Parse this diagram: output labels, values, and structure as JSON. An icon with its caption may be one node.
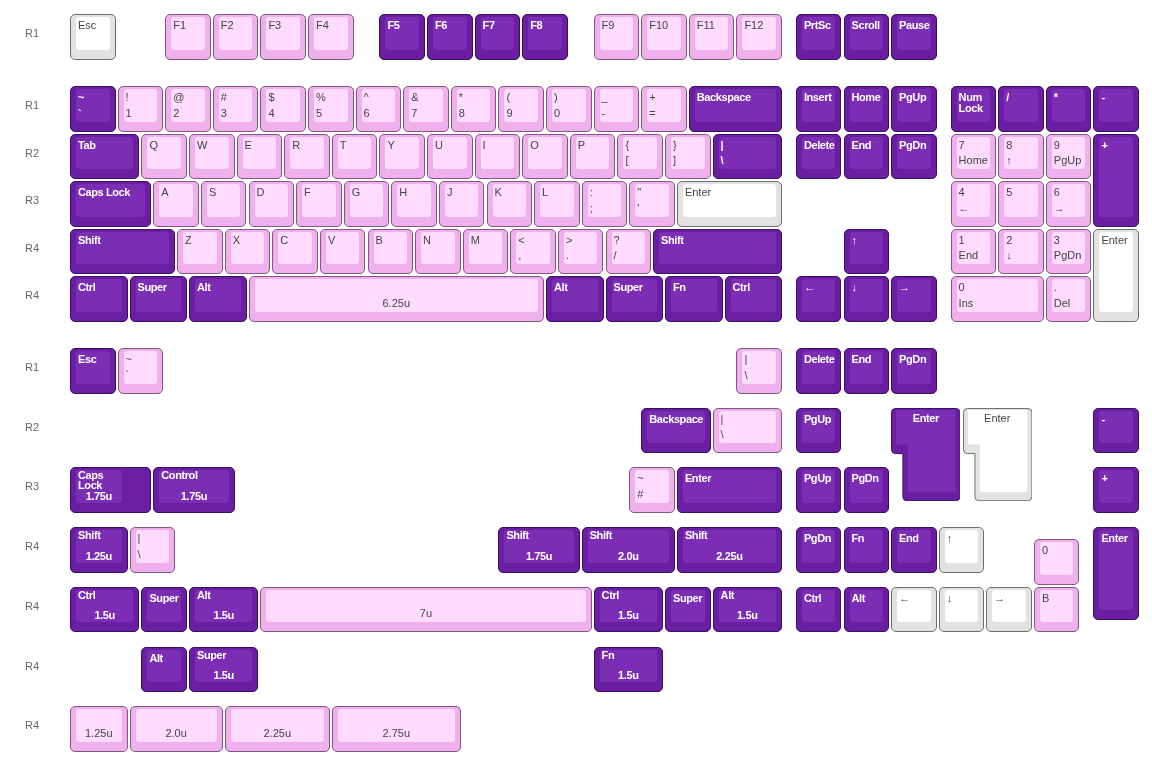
{
  "diagram": {
    "nodes": [
      {
        "text": [
          "Esc"
        ]
      },
      {
        "text": [
          "F1"
        ]
      },
      {
        "text": [
          "F2"
        ]
      },
      {
        "text": [
          "F3"
        ]
      },
      {
        "text": [
          "F4"
        ]
      },
      {
        "text": [
          "F5"
        ]
      },
      {
        "text": [
          "F6"
        ]
      },
      {
        "text": [
          "F7"
        ]
      },
      {
        "text": [
          "F8"
        ]
      },
      {
        "text": [
          "F9"
        ]
      },
      {
        "text": [
          "F10"
        ]
      },
      {
        "text": [
          "F11"
        ]
      },
      {
        "text": [
          "F12"
        ]
      },
      {
        "text": [
          "PrtSc"
        ]
      },
      {
        "text": [
          "Scroll"
        ]
      },
      {
        "text": [
          "Pause"
        ]
      },
      {
        "text": [
          "~",
          "`"
        ]
      },
      {
        "text": [
          "!",
          "1"
        ]
      },
      {
        "text": [
          "@",
          "2"
        ]
      },
      {
        "text": [
          "#",
          "3"
        ]
      },
      {
        "text": [
          "$",
          "4"
        ]
      },
      {
        "text": [
          "%",
          "5"
        ]
      },
      {
        "text": [
          "^",
          "6"
        ]
      },
      {
        "text": [
          "&",
          "7"
        ]
      },
      {
        "text": [
          "*",
          "8"
        ]
      },
      {
        "text": [
          "(",
          "9"
        ]
      },
      {
        "text": [
          ")",
          "0"
        ]
      },
      {
        "text": [
          "_",
          "-"
        ]
      },
      {
        "text": [
          "+",
          "="
        ]
      },
      {
        "text": [
          "Backspace"
        ]
      },
      {
        "text": [
          "Insert"
        ]
      },
      {
        "text": [
          "Home"
        ]
      },
      {
        "text": [
          "PgUp"
        ]
      },
      {
        "text": [
          "Num Lock"
        ]
      },
      {
        "text": [
          "/"
        ]
      },
      {
        "text": [
          "*"
        ]
      },
      {
        "text": [
          "-"
        ]
      },
      {
        "text": [
          "Tab"
        ]
      },
      {
        "text": [
          "Q"
        ]
      },
      {
        "text": [
          "W"
        ]
      },
      {
        "text": [
          "E"
        ]
      },
      {
        "text": [
          "R"
        ]
      },
      {
        "text": [
          "T"
        ]
      },
      {
        "text": [
          "Y"
        ]
      },
      {
        "text": [
          "U"
        ]
      },
      {
        "text": [
          "I"
        ]
      },
      {
        "text": [
          "O"
        ]
      },
      {
        "text": [
          "P"
        ]
      },
      {
        "text": [
          "{",
          "["
        ]
      },
      {
        "text": [
          "}",
          "]"
        ]
      },
      {
        "text": [
          "|",
          "\\"
        ]
      },
      {
        "text": [
          "Delete"
        ]
      },
      {
        "text": [
          "End"
        ]
      },
      {
        "text": [
          "PgDn"
        ]
      },
      {
        "text": [
          "7",
          "Home"
        ]
      },
      {
        "text": [
          "8",
          "↑"
        ]
      },
      {
        "text": [
          "9",
          "PgUp"
        ]
      },
      {
        "text": [
          "+"
        ]
      },
      {
        "text": [
          "Caps Lock"
        ]
      },
      {
        "text": [
          "A"
        ]
      },
      {
        "text": [
          "S"
        ]
      },
      {
        "text": [
          "D"
        ]
      },
      {
        "text": [
          "F"
        ]
      },
      {
        "text": [
          "G"
        ]
      },
      {
        "text": [
          "H"
        ]
      },
      {
        "text": [
          "J"
        ]
      },
      {
        "text": [
          "K"
        ]
      },
      {
        "text": [
          "L"
        ]
      },
      {
        "text": [
          ":",
          ";"
        ]
      },
      {
        "text": [
          "\"",
          "'"
        ]
      },
      {
        "text": [
          "Enter"
        ]
      },
      {
        "text": [
          "4",
          "←"
        ]
      },
      {
        "text": [
          "5"
        ]
      },
      {
        "text": [
          "6",
          "→"
        ]
      },
      {
        "text": [
          "Shift"
        ]
      },
      {
        "text": [
          "Z"
        ]
      },
      {
        "text": [
          "X"
        ]
      },
      {
        "text": [
          "C"
        ]
      },
      {
        "text": [
          "V"
        ]
      },
      {
        "text": [
          "B"
        ]
      },
      {
        "text": [
          "N"
        ]
      },
      {
        "text": [
          "M"
        ]
      },
      {
        "text": [
          "<",
          ","
        ]
      },
      {
        "text": [
          ">",
          "."
        ]
      },
      {
        "text": [
          "?",
          "/"
        ]
      },
      {
        "text": [
          "Shift"
        ]
      },
      {
        "text": [
          "↑"
        ]
      },
      {
        "text": [
          "1",
          "End"
        ]
      },
      {
        "text": [
          "2",
          "↓"
        ]
      },
      {
        "text": [
          "3",
          "PgDn"
        ]
      },
      {
        "text": [
          "Enter"
        ]
      },
      {
        "text": [
          "Ctrl"
        ]
      },
      {
        "text": [
          "Super"
        ]
      },
      {
        "text": [
          "Alt"
        ]
      },
      {
        "text": [
          "6.25u"
        ]
      },
      {
        "text": [
          "Alt"
        ]
      },
      {
        "text": [
          "Super"
        ]
      },
      {
        "text": [
          "Fn"
        ]
      },
      {
        "text": [
          "Ctrl"
        ]
      },
      {
        "text": [
          "←"
        ]
      },
      {
        "text": [
          "↓"
        ]
      },
      {
        "text": [
          "→"
        ]
      },
      {
        "text": [
          "0",
          "Ins"
        ]
      },
      {
        "text": [
          ".",
          "Del"
        ]
      },
      {
        "text": [
          "Esc"
        ]
      },
      {
        "text": [
          "~",
          "`"
        ]
      },
      {
        "text": [
          "|",
          "\\"
        ]
      },
      {
        "text": [
          "Delete"
        ]
      },
      {
        "text": [
          "End"
        ]
      },
      {
        "text": [
          "PgDn"
        ]
      },
      {
        "text": [
          "Backspace"
        ]
      },
      {
        "text": [
          "|",
          "\\"
        ]
      },
      {
        "text": [
          "PgUp"
        ]
      },
      {
        "text": [
          "Enter"
        ]
      },
      {
        "text": [
          "Enter"
        ]
      },
      {
        "text": [
          "-"
        ]
      },
      {
        "text": [
          "Caps Lock",
          "1.75u"
        ]
      },
      {
        "text": [
          "Control",
          "1.75u"
        ]
      },
      {
        "text": [
          "~",
          "#"
        ]
      },
      {
        "text": [
          "Enter"
        ]
      },
      {
        "text": [
          "PgUp"
        ]
      },
      {
        "text": [
          "PgDn"
        ]
      },
      {
        "text": [
          "+"
        ]
      },
      {
        "text": [
          "Shift",
          "1.25u"
        ]
      },
      {
        "text": [
          "|",
          "\\"
        ]
      },
      {
        "text": [
          "Shift",
          "1.75u"
        ]
      },
      {
        "text": [
          "Shift",
          "2.0u"
        ]
      },
      {
        "text": [
          "Shift",
          "2.25u"
        ]
      },
      {
        "text": [
          "PgDn"
        ]
      },
      {
        "text": [
          "Fn"
        ]
      },
      {
        "text": [
          "End"
        ]
      },
      {
        "text": [
          "↑"
        ]
      },
      {
        "text": [
          "0"
        ]
      },
      {
        "text": [
          "Enter"
        ]
      },
      {
        "text": [
          "Ctrl",
          "1.5u"
        ]
      },
      {
        "text": [
          "Super"
        ]
      },
      {
        "text": [
          "Alt",
          "1.5u"
        ]
      },
      {
        "text": [
          "7u"
        ]
      },
      {
        "text": [
          "Ctrl",
          "1.5u"
        ]
      },
      {
        "text": [
          "Super"
        ]
      },
      {
        "text": [
          "Alt",
          "1.5u"
        ]
      },
      {
        "text": [
          "Ctrl"
        ]
      },
      {
        "text": [
          "Alt"
        ]
      },
      {
        "text": [
          "←"
        ]
      },
      {
        "text": [
          "↓"
        ]
      },
      {
        "text": [
          "→"
        ]
      },
      {
        "text": [
          "B"
        ]
      },
      {
        "text": [
          "Alt"
        ]
      },
      {
        "text": [
          "Super",
          "1.5u"
        ]
      },
      {
        "text": [
          "Fn",
          "1.5u"
        ]
      },
      {
        "text": [
          "1.25u"
        ]
      },
      {
        "text": [
          "2.0u"
        ]
      },
      {
        "text": [
          "2.25u"
        ]
      },
      {
        "text": [
          "2.75u"
        ]
      }
    ],
    "labels": [
      "R1",
      "R1",
      "R2",
      "R3",
      "R4",
      "R4",
      "R1",
      "R2",
      "R3",
      "R4",
      "R4",
      "R4",
      "R4"
    ]
  }
}
